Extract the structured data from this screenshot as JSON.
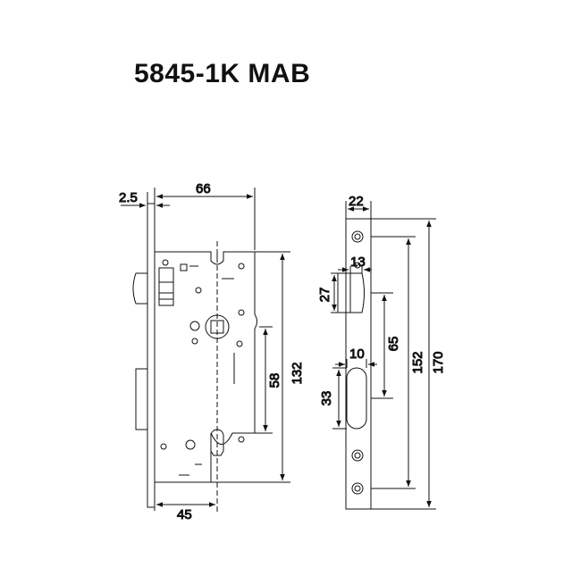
{
  "title": "5845-1K MAB",
  "colors": {
    "line": "#111111",
    "background": "#ffffff"
  },
  "dimensions": {
    "faceplate_thickness": "2.5",
    "case_depth": "66",
    "backset": "45",
    "case_height": "132",
    "handle_to_cylinder": "58",
    "faceplate_width": "22",
    "latch_projection": "13",
    "latch_height": "27",
    "deadbolt_width": "10",
    "deadbolt_height": "33",
    "inner_spacing": "65",
    "screw_spacing": "152",
    "faceplate_length": "170"
  }
}
